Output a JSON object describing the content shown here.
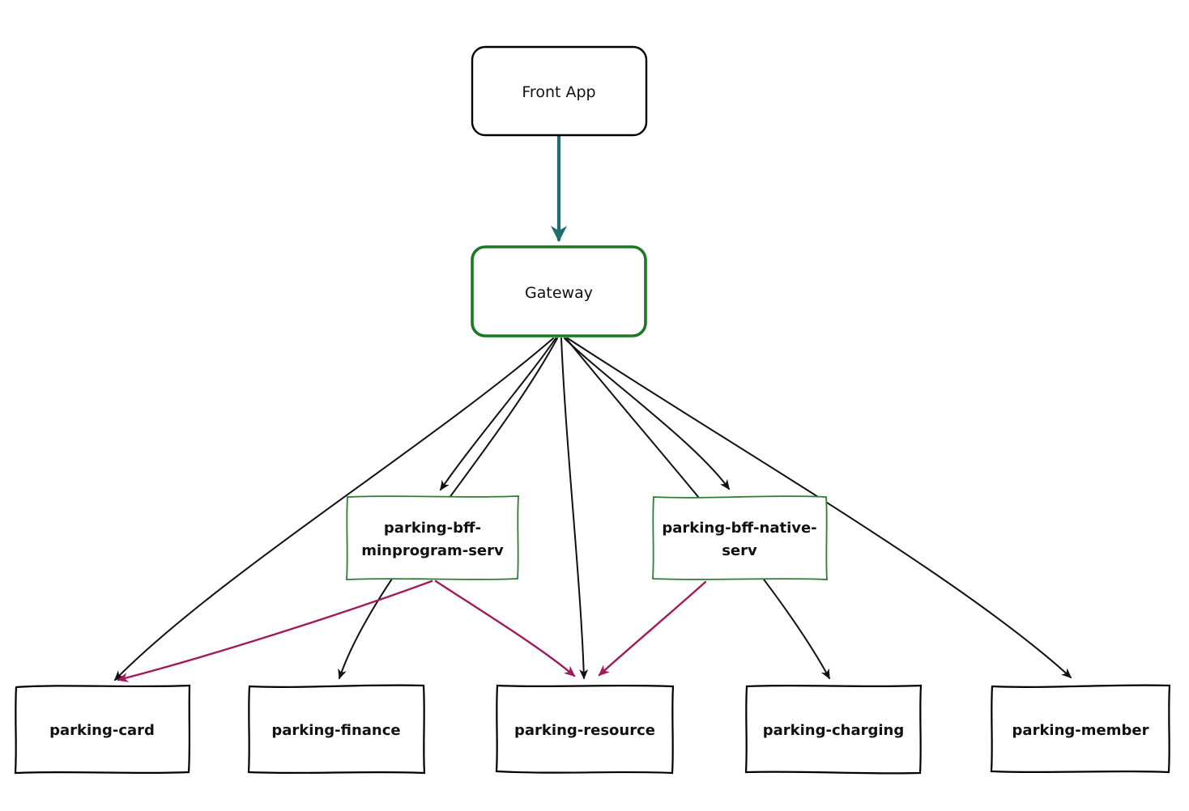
{
  "diagram": {
    "kind": "flowchart",
    "direction": "top-down",
    "style": "hand-drawn",
    "colors": {
      "background": "#ffffff",
      "edge_default": "#111111",
      "edge_bff": "#a21a5b",
      "edge_front": "#1f6e6e",
      "gateway_border": "#1a7a24",
      "bff_border": "#2e7d32",
      "service_border": "#000000",
      "node_fill": "#ffffff",
      "text": "#111111"
    },
    "nodes": [
      {
        "id": "front-app",
        "label": "Front App",
        "shape": "rounded",
        "border": "black"
      },
      {
        "id": "gateway",
        "label": "Gateway",
        "shape": "rounded",
        "border": "green-thick"
      },
      {
        "id": "parking-bff-minprogram-serv",
        "label": "parking-bff-minprogram-serv",
        "label_lines": [
          "parking-bff-",
          "minprogram-serv"
        ],
        "shape": "rect",
        "border": "green"
      },
      {
        "id": "parking-bff-native-serv",
        "label": "parking-bff-native-serv",
        "label_lines": [
          "parking-bff-native-",
          "serv"
        ],
        "shape": "rect",
        "border": "green"
      },
      {
        "id": "parking-card",
        "label": "parking-card",
        "shape": "rect",
        "border": "black"
      },
      {
        "id": "parking-finance",
        "label": "parking-finance",
        "shape": "rect",
        "border": "black"
      },
      {
        "id": "parking-resource",
        "label": "parking-resource",
        "shape": "rect",
        "border": "black"
      },
      {
        "id": "parking-charging",
        "label": "parking-charging",
        "shape": "rect",
        "border": "black"
      },
      {
        "id": "parking-member",
        "label": "parking-member",
        "shape": "rect",
        "border": "black"
      }
    ],
    "edges": [
      {
        "from": "front-app",
        "to": "gateway",
        "color": "teal",
        "weight": "thick"
      },
      {
        "from": "gateway",
        "to": "parking-card",
        "color": "black"
      },
      {
        "from": "gateway",
        "to": "parking-bff-minprogram-serv",
        "color": "black"
      },
      {
        "from": "gateway",
        "to": "parking-finance",
        "color": "black"
      },
      {
        "from": "gateway",
        "to": "parking-resource",
        "color": "black"
      },
      {
        "from": "gateway",
        "to": "parking-bff-native-serv",
        "color": "black"
      },
      {
        "from": "gateway",
        "to": "parking-charging",
        "color": "black"
      },
      {
        "from": "gateway",
        "to": "parking-member",
        "color": "black"
      },
      {
        "from": "parking-bff-minprogram-serv",
        "to": "parking-card",
        "color": "maroon"
      },
      {
        "from": "parking-bff-minprogram-serv",
        "to": "parking-resource",
        "color": "maroon"
      },
      {
        "from": "parking-bff-native-serv",
        "to": "parking-resource",
        "color": "maroon"
      }
    ]
  }
}
